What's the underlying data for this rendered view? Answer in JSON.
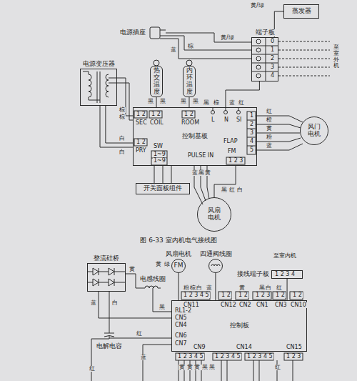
{
  "diagram": {
    "caption": "图 6-33 室内机电气接线图",
    "nodes": [
      {
        "text": [
          "蒸发器"
        ]
      },
      {
        "text": [
          "电源插座"
        ]
      },
      {
        "text": [
          "端子板"
        ]
      },
      {
        "text": [
          "电源变压器"
        ]
      },
      {
        "text": [
          "热交温度"
        ]
      },
      {
        "text": [
          "内环温度"
        ]
      },
      {
        "text": [
          "控制基板"
        ]
      },
      {
        "text": [
          "风门电机"
        ]
      },
      {
        "text": [
          "风扇电机"
        ]
      },
      {
        "text": [
          "开关面板组件"
        ]
      },
      {
        "text": [
          "整流硅桥"
        ]
      },
      {
        "text": [
          "风扇电机",
          "FM"
        ]
      },
      {
        "text": [
          "四通阀线圈"
        ]
      },
      {
        "text": [
          "接线端子板"
        ]
      },
      {
        "text": [
          "电感线圈"
        ]
      },
      {
        "text": [
          "控制板"
        ]
      },
      {
        "text": [
          "电解电容"
        ]
      }
    ],
    "edges": [
      {
        "from": 2,
        "to": 0,
        "arrow": "none"
      },
      {
        "from": 1,
        "to": 2,
        "arrow": "none"
      },
      {
        "from": 2,
        "to": 6,
        "arrow": "none"
      },
      {
        "from": 3,
        "to": 6,
        "arrow": "none"
      },
      {
        "from": 3,
        "to": 6,
        "arrow": "none"
      },
      {
        "from": 4,
        "to": 6,
        "arrow": "none"
      },
      {
        "from": 5,
        "to": 6,
        "arrow": "none"
      },
      {
        "from": 6,
        "to": 7,
        "arrow": "none"
      },
      {
        "from": 6,
        "to": 8,
        "arrow": "none"
      },
      {
        "from": 6,
        "to": 9,
        "arrow": "none"
      },
      {
        "from": 10,
        "to": 15,
        "arrow": "none"
      },
      {
        "from": 16,
        "to": 15,
        "arrow": "none"
      },
      {
        "from": 10,
        "to": 16,
        "arrow": "none"
      },
      {
        "from": 10,
        "to": 14,
        "arrow": "none"
      },
      {
        "from": 14,
        "to": 15,
        "arrow": "none"
      },
      {
        "from": 11,
        "to": 15,
        "arrow": "none"
      },
      {
        "from": 12,
        "to": 15,
        "arrow": "none"
      },
      {
        "from": 13,
        "to": 15,
        "arrow": "none"
      }
    ],
    "labels": [
      "黄/绿",
      "黄/绿",
      "棕",
      "蓝",
      "0",
      "1",
      "2",
      "3",
      "4",
      "至室外机",
      "棕",
      "棕",
      "白",
      "白",
      "黑",
      "黑",
      "黑",
      "黑",
      "黑",
      "棕",
      "蓝",
      "红",
      "1 2",
      "SEC",
      "1 2",
      "COIL",
      "1 2",
      "ROOM",
      "L",
      "N",
      "SI",
      "1",
      "2",
      "3",
      "4",
      "5",
      "FLAP",
      "红",
      "橙",
      "黄",
      "粉",
      "蓝",
      "1 2",
      "PRY",
      "SW",
      "1~9",
      "1~9",
      "PULSE IN",
      "FM",
      "1 2 3",
      "蓝",
      "黑",
      "黄",
      "黑",
      "红",
      "白",
      "黄",
      "蓝",
      "白",
      "黑",
      "红",
      "蓝",
      "红",
      "黄",
      "绿",
      "至室内机",
      "1 2 3 4",
      "粉",
      "棕",
      "白",
      "蓝",
      "黄",
      "黑",
      "白",
      "红",
      "1 2 3 4 5",
      "1 2",
      "1 2",
      "1 2 3",
      "1 2",
      "1 2",
      "CN11",
      "CN12",
      "CN2",
      "CN1",
      "CN3",
      "CN10",
      "RL1-2",
      "CN5",
      "CN4",
      "CN6",
      "CN7",
      "CN9",
      "CN14",
      "CN15",
      "1 2 3 4 5",
      "1 2 3 4 5",
      "1 2 3 4 5",
      "1 2 3",
      "黄 黄 黄 黑 黑",
      "红"
    ]
  }
}
